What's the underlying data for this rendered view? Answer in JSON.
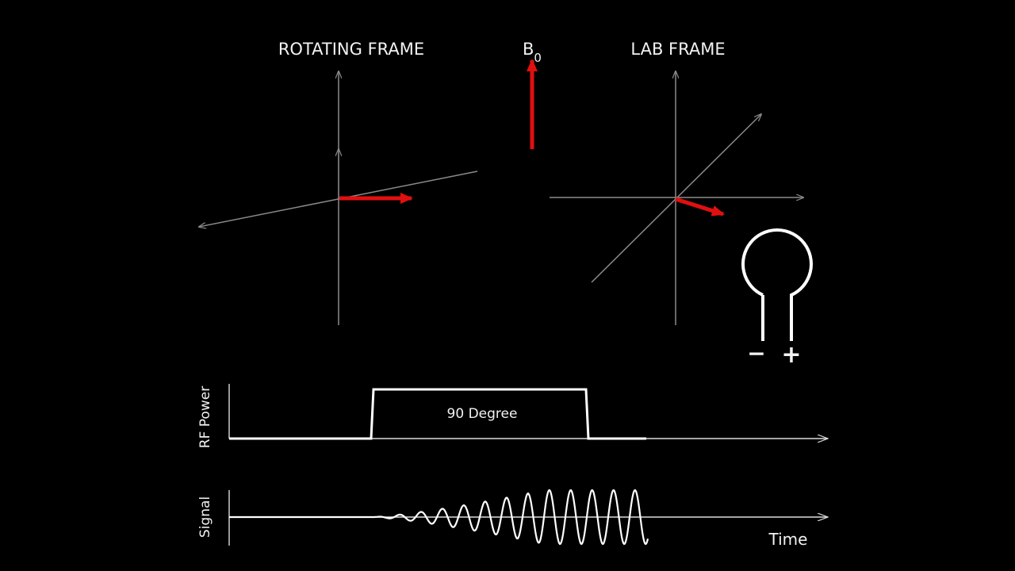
{
  "rotating_frame": {
    "title": "ROTATING FRAME"
  },
  "b0": {
    "letter": "B",
    "subscript": "0"
  },
  "lab_frame": {
    "title": "LAB FRAME"
  },
  "coil": {
    "minus": "−",
    "plus": "+"
  },
  "rf_plot": {
    "ylabel": "RF Power",
    "pulse_label": "90 Degree"
  },
  "signal_plot": {
    "ylabel": "Signal",
    "xlabel": "Time"
  },
  "colors": {
    "background": "#000000",
    "vector": "#e01010",
    "axis": "#8a8a8a",
    "trace": "#ffffff"
  }
}
